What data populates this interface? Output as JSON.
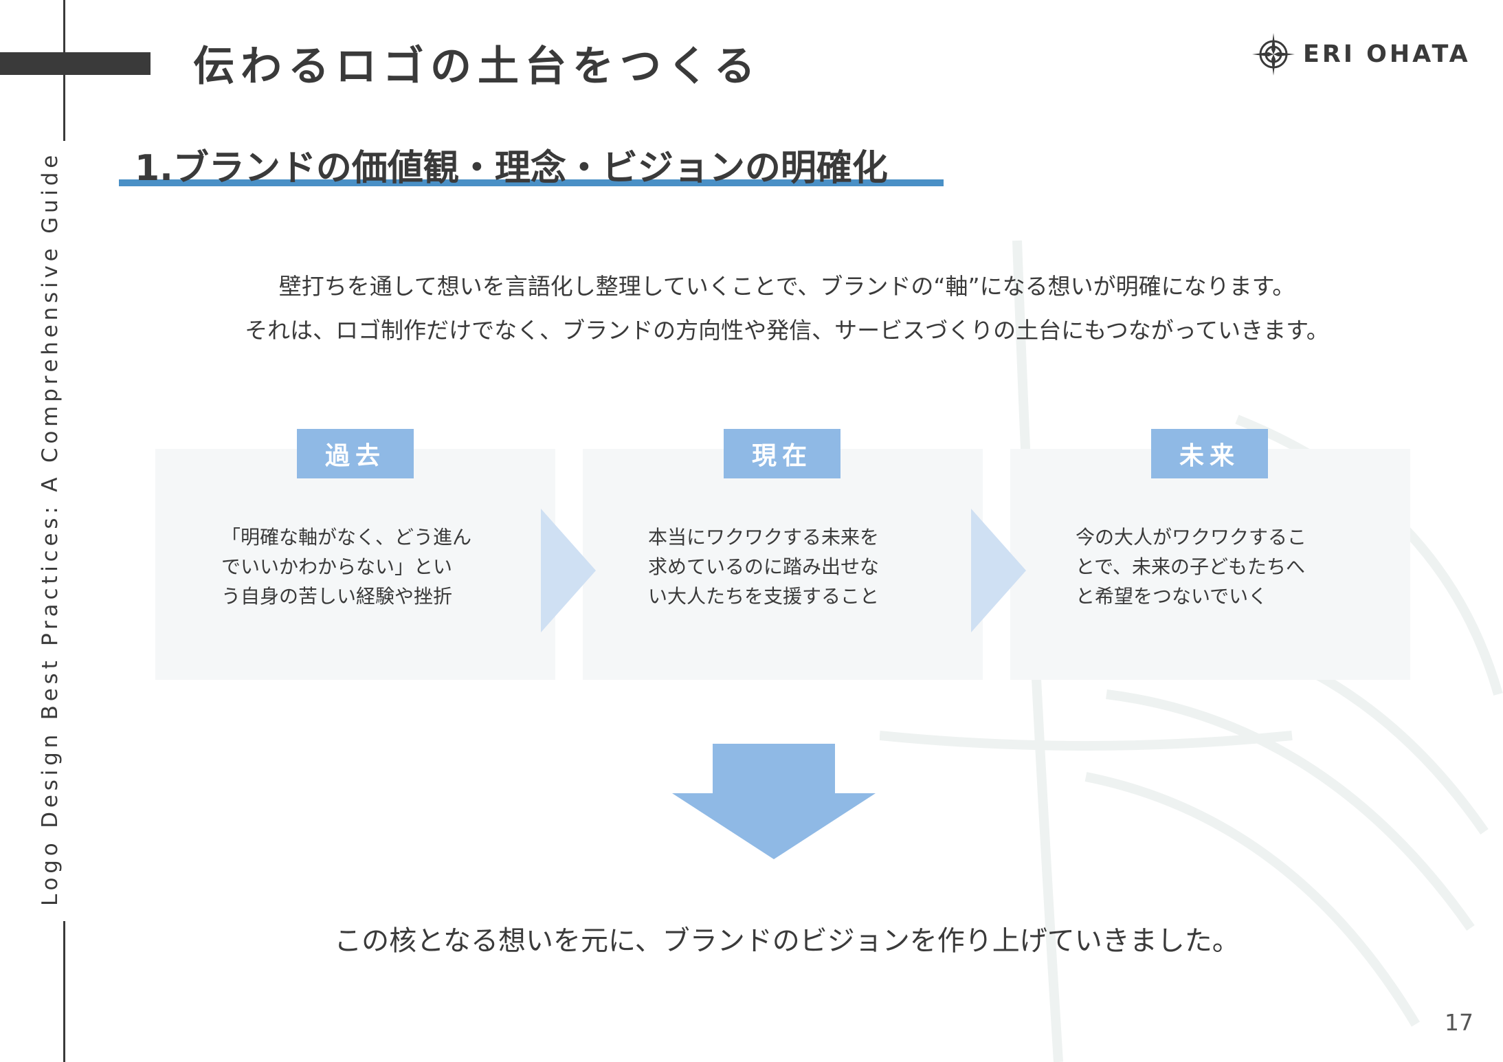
{
  "header": {
    "title": "伝わるロゴの土台をつくる",
    "logo_text": "ERI OHATA",
    "side_text": "Logo Design Best Practices: A Comprehensive Guide"
  },
  "section": {
    "heading": "1.ブランドの価値観・理念・ビジョンの明確化"
  },
  "intro": {
    "line1": "壁打ちを通して想いを言語化し整理していくことで、ブランドの“軸”になる想いが明確になります。",
    "line2": "それは、ロゴ制作だけでなく、ブランドの方向性や発信、サービスづくりの土台にもつながっていきます。"
  },
  "timeline": [
    {
      "label": "過去",
      "lines": [
        "「明確な軸がなく、どう進ん",
        "でいいかわからない」とい",
        "う自身の苦しい経験や挫折"
      ]
    },
    {
      "label": "現在",
      "lines": [
        "本当にワクワクする未来を",
        "求めているのに踏み出せな",
        "い大人たちを支援すること"
      ]
    },
    {
      "label": "未来",
      "lines": [
        "今の大人がワクワクするこ",
        "とで、未来の子どもたちへ",
        "と希望をつないでいく"
      ]
    }
  ],
  "conclusion": "この核となる想いを元に、ブランドのビジョンを作り上げていきました。",
  "page_number": "17",
  "colors": {
    "accent_blue": "#4a90c6",
    "label_blue": "#8fb9e5",
    "chevron_blue": "#cfe0f3",
    "card_bg": "#f5f7f8",
    "text": "#3a3a3a"
  }
}
